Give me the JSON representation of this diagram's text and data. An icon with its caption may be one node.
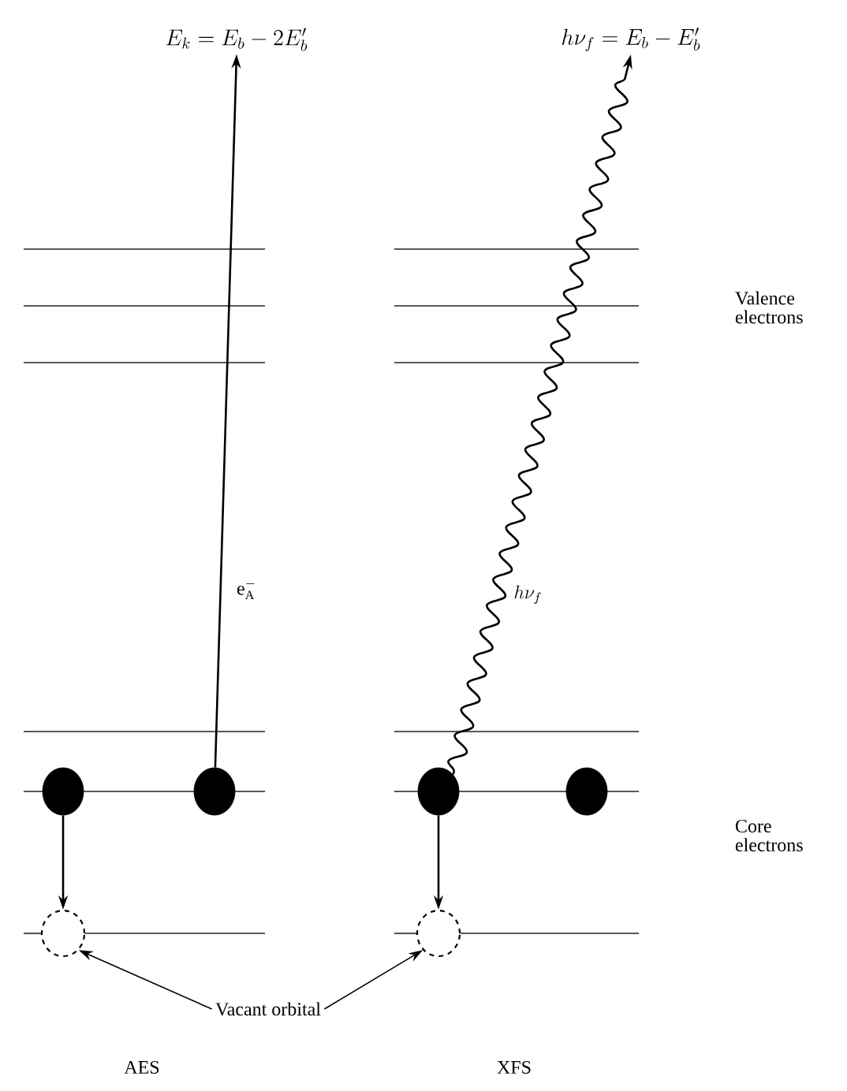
{
  "diagram": {
    "nodes": [
      {
        "text": [
          "E_k = E_b - 2E'_b"
        ]
      },
      {
        "text": [
          "h\\nu_f = E_b - E'_b"
        ]
      },
      {
        "text": [],
        "shape": "circle"
      },
      {
        "text": [],
        "shape": "circle"
      },
      {
        "text": [],
        "shape": "circle"
      },
      {
        "text": [],
        "shape": "circle"
      },
      {
        "text": [],
        "shape": "circle"
      },
      {
        "text": [],
        "shape": "circle"
      },
      {
        "text": [
          "Vacant orbital"
        ]
      }
    ],
    "edges": [
      {
        "from": 3,
        "to": 0,
        "arrow": "to",
        "label": "\\mathrm{e}_{\\mathrm{A}}^{-}"
      },
      {
        "from": 2,
        "to": 4,
        "arrow": "to"
      },
      {
        "from": 5,
        "to": 1,
        "arrow": "to",
        "label": "h\\nu_f"
      },
      {
        "from": 5,
        "to": 7,
        "arrow": "to"
      },
      {
        "from": 8,
        "to": 4,
        "arrow": "to"
      },
      {
        "from": 8,
        "to": 7,
        "arrow": "to"
      }
    ],
    "labels": [
      "Valence electrons",
      "Core electrons",
      "AES",
      "XFS"
    ]
  }
}
